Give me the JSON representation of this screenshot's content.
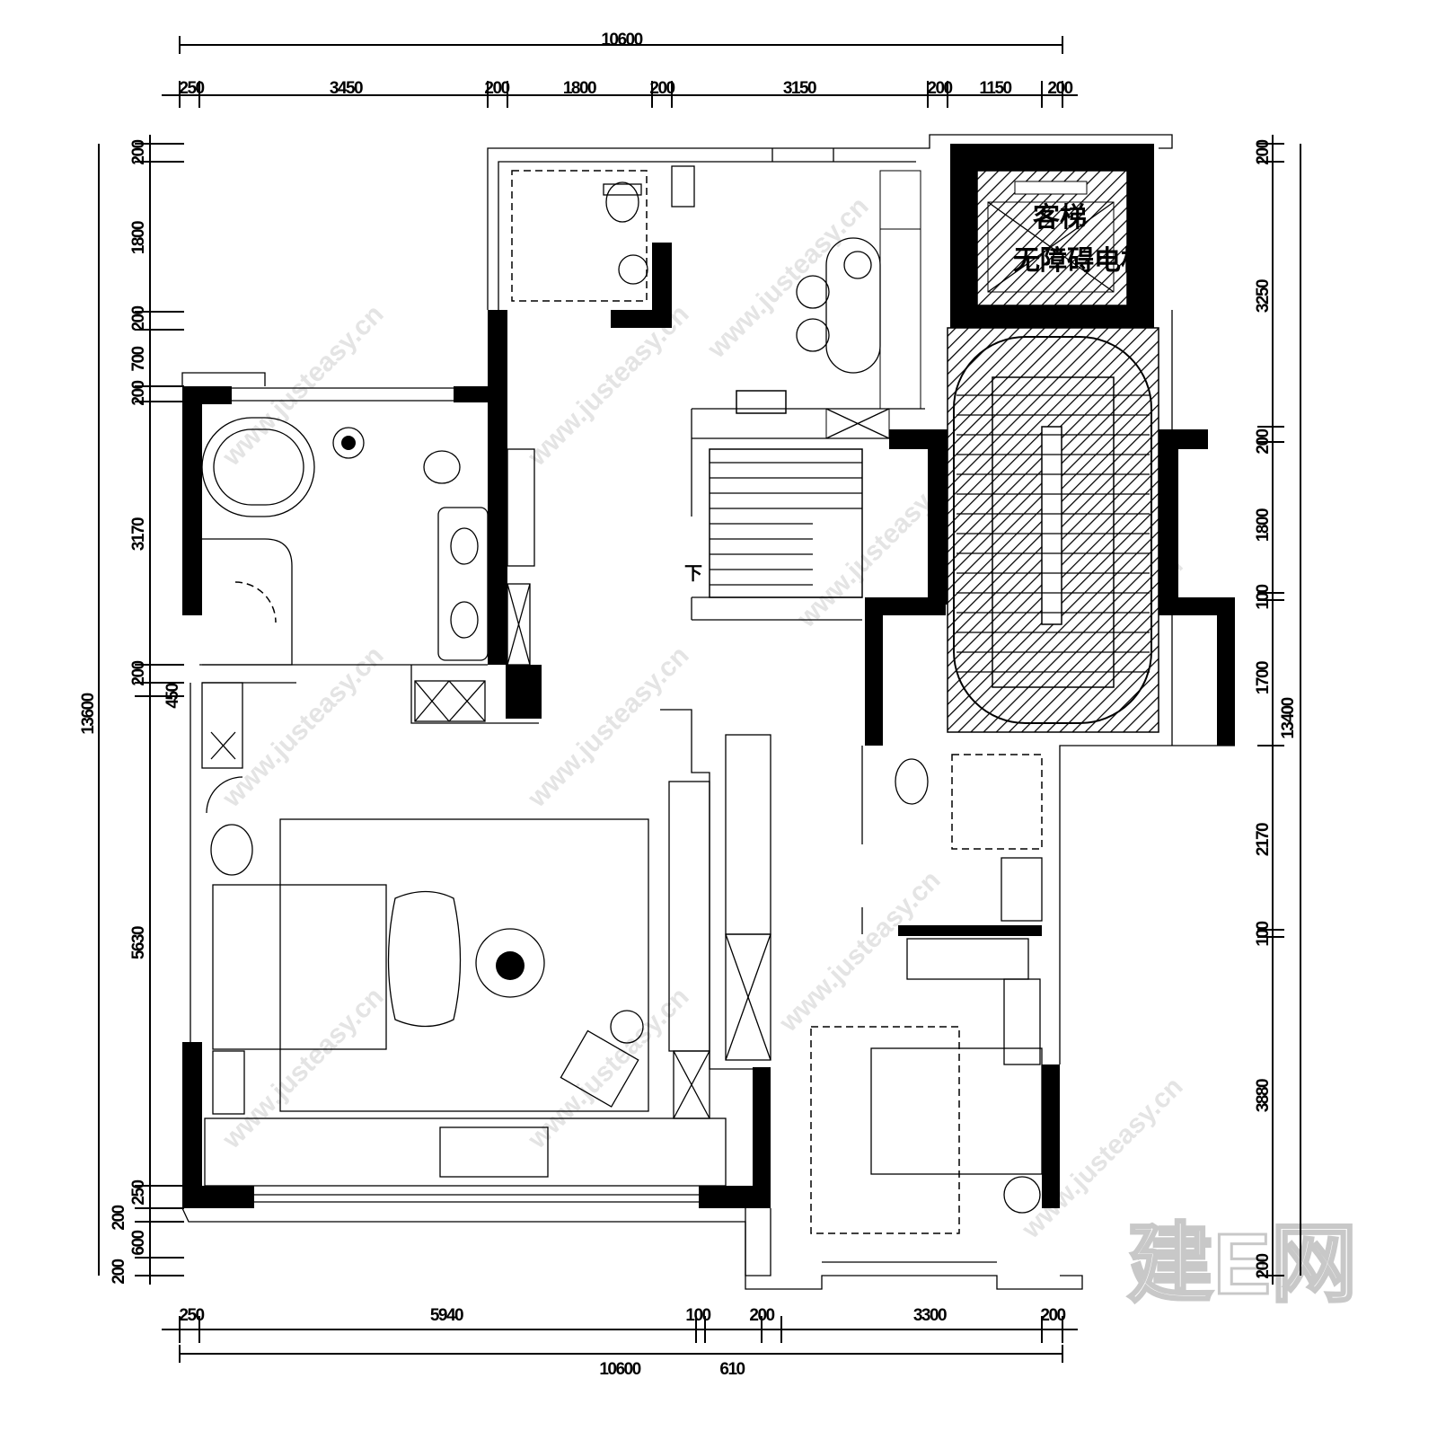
{
  "title": "Floor plan",
  "dimensions": {
    "top_overall": "10600",
    "top_chain": [
      "250",
      "3450",
      "200",
      "1800",
      "200",
      "3150",
      "200",
      "1150",
      "200"
    ],
    "bottom_overall": "10600",
    "bottom_extra": "610",
    "bottom_chain": [
      "250",
      "5940",
      "100",
      "200",
      "3300",
      "200"
    ],
    "left_overall": "13600",
    "left_chain": [
      "200",
      "1800",
      "200",
      "700",
      "200",
      "3170",
      "200",
      "450",
      "5630",
      "250",
      "200",
      "600",
      "200"
    ],
    "right_overall": "13400",
    "right_chain": [
      "200",
      "3250",
      "200",
      "1800",
      "100",
      "1700",
      "2170",
      "100",
      "3880",
      "200"
    ]
  },
  "labels": {
    "elevator_line1": "客梯",
    "elevator_line2": "无障碍电梯",
    "stair_down": "下"
  },
  "watermark": {
    "logo": "建E网",
    "url": "www.justeasy.cn"
  }
}
